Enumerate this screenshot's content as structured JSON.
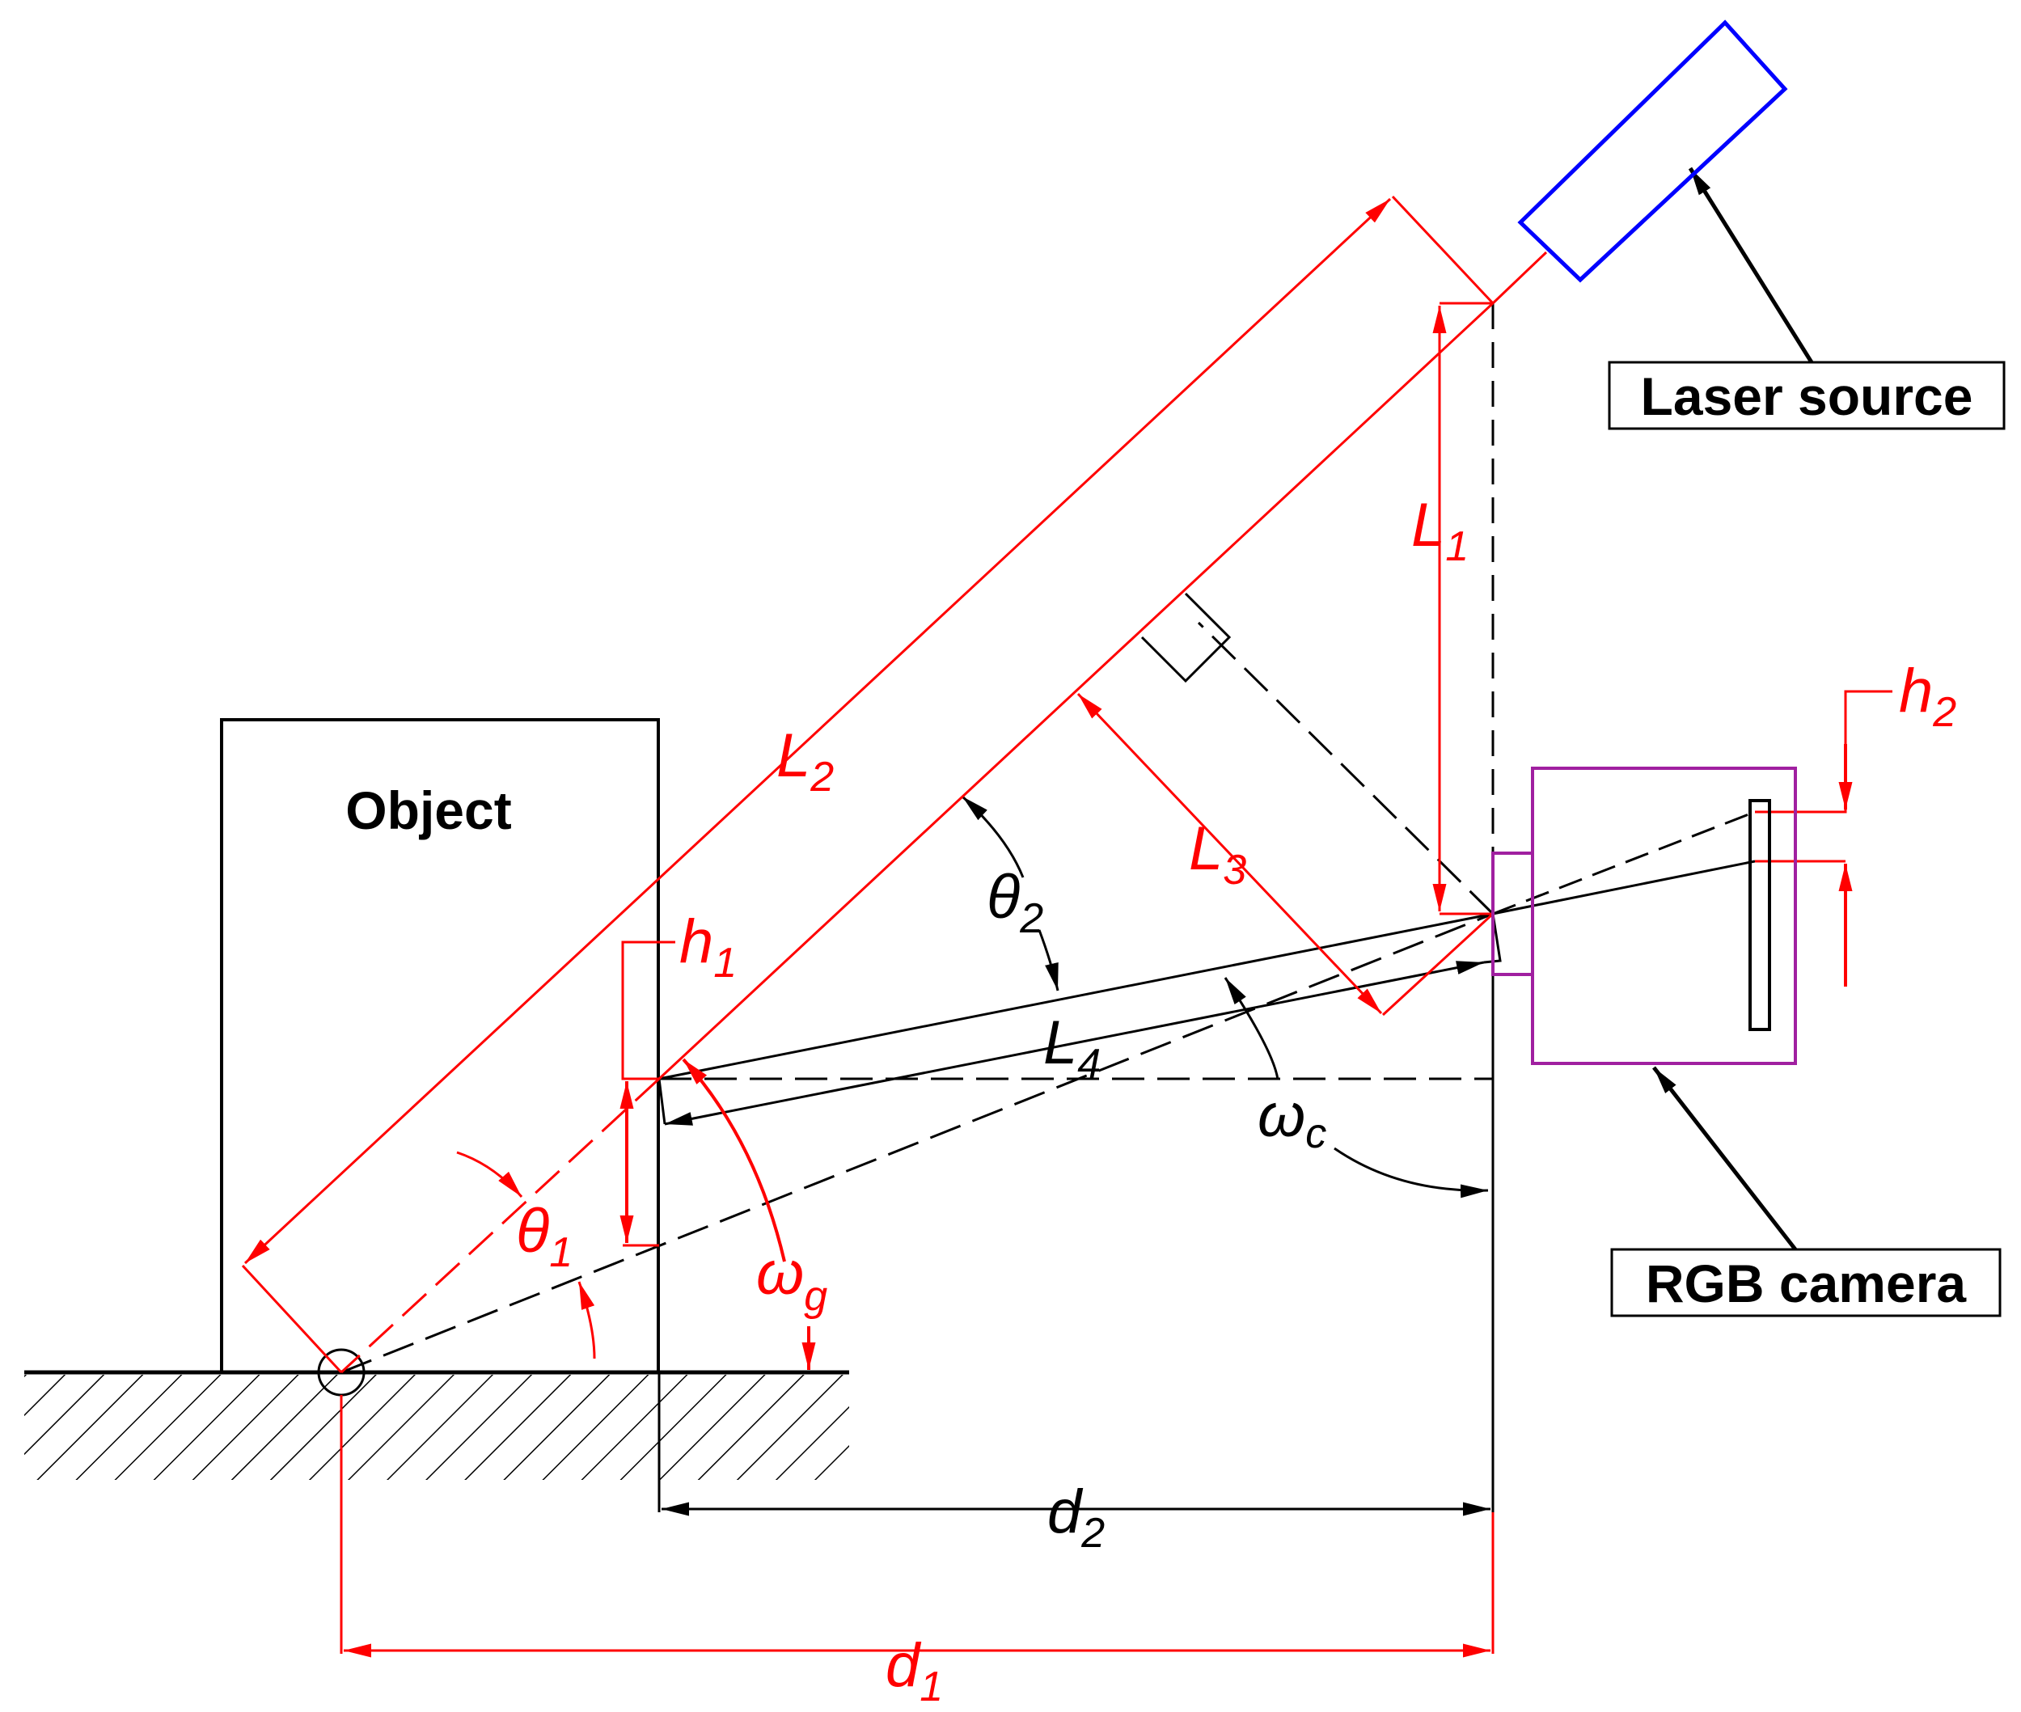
{
  "labels": {
    "laser_source": "Laser source",
    "rgb_camera": "RGB camera",
    "object": "Object"
  },
  "symbols": {
    "L1": {
      "base": "L",
      "sub": "1"
    },
    "L2": {
      "base": "L",
      "sub": "2"
    },
    "L3": {
      "base": "L",
      "sub": "3"
    },
    "L4": {
      "base": "L",
      "sub": "4"
    },
    "h1": {
      "base": "h",
      "sub": "1"
    },
    "h2": {
      "base": "h",
      "sub": "2"
    },
    "theta1": {
      "base": "θ",
      "sub": "1"
    },
    "theta2": {
      "base": "θ",
      "sub": "2"
    },
    "omega_g": {
      "base": "ω",
      "sub": "g"
    },
    "omega_c": {
      "base": "ω",
      "sub": "c"
    },
    "d1": {
      "base": "d",
      "sub": "1"
    },
    "d2": {
      "base": "d",
      "sub": "2"
    }
  },
  "colors": {
    "dimension": "#ff0000",
    "laser": "#0000ff",
    "camera": "#a020a0",
    "structure": "#000000"
  }
}
